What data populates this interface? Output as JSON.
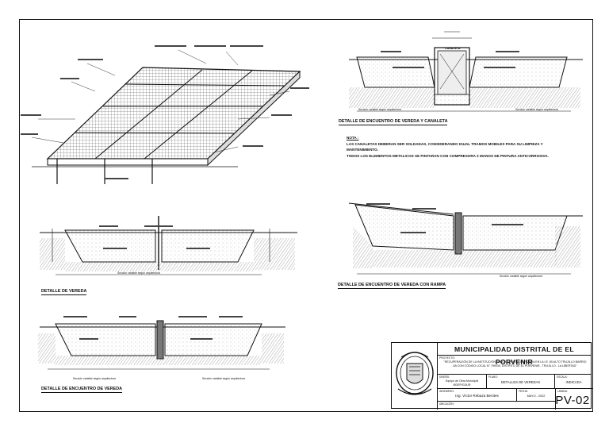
{
  "labels": {
    "detalle_vereda": "DETALLE DE VEREDA",
    "detalle_encuentro": "DETALLE DE ENCUENTRO DE VEREDA",
    "detalle_canaleta": "DETALLE DE ENCUENTRO DE VEREDA Y CANALETA",
    "detalle_rampa": "DETALLE DE ENCUENTRO DE VEREDA CON RAMPA",
    "seccion": "Sección variable según arquitectura",
    "canaleta": "CANALETA"
  },
  "note": {
    "heading": "NOTA :",
    "line1": "LAS CANALETAS DEBERAN SER SOLDADAS, CONSIDERANDO IGUAL TRAMOS MOBILES PARA SU LIMPIEZA Y",
    "line2": "MANTENIMIENTO.",
    "line3": "TODOS LOS ELEMENTOS METALICOS SE PINTARAN CON COMPRESORA 2 MANOS DE PINTURA ANTICORROSIVA."
  },
  "title_block": {
    "entity": "MUNICIPALIDAD DISTRITAL DE EL PORVENIR",
    "project_key": "PROYECTO:",
    "project": "\"RECUPERACIÓN DE LA INSTITUCIÓN EDUCATIVA ESCOLARIZADA EN LA I.E. 80 ALTO TRUJILLO BARRIO 6A CON CÓDIGO LOCAL N° 799200, DISTRITO DE EL PORVENIR - TRUJILLO - LA LIBERTAD\"",
    "designer_key": "DISEÑO:",
    "designer": "Equipo de Obra Municipal",
    "designer2": "MDEP/GDUR",
    "plan_key": "PLANO:",
    "plan": "DETALLES DE VEREDAS",
    "scale_key": "ESCALA:",
    "scale": "INDICADA",
    "engineer_key": "INGENIERO:",
    "engineer": "Ing. Víctor Rebaza Benites",
    "date_key": "FECHA:",
    "date": "MAYO - 2022",
    "sheet_key": "LÁMINA:",
    "sheet": "PV-02",
    "location_key": "UBICACIÓN:"
  },
  "colors": {
    "line": "#111111",
    "hatch": "#555555",
    "fill": "#d9d9d9"
  }
}
